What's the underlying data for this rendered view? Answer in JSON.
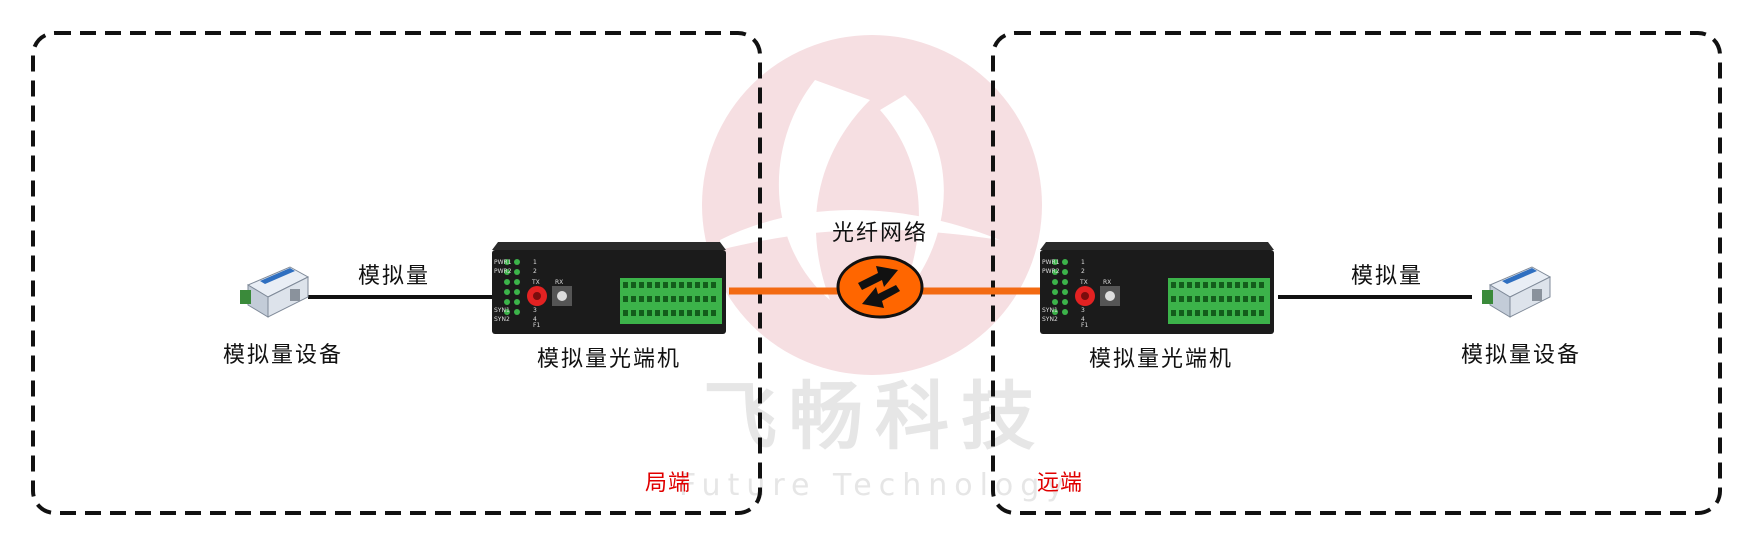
{
  "colors": {
    "fiber": "#f36a12",
    "cloud": "#ff6600",
    "text_red": "#e00000",
    "watermark": "#e6e6e6",
    "watermark_logo": "#f6dfe2",
    "device_body": "#1b1b1b",
    "terminal_green": "#3cb34a"
  },
  "local": {
    "zone_label": "局端",
    "device_label": "模拟量设备",
    "link_label": "模拟量",
    "converter_label": "模拟量光端机"
  },
  "remote": {
    "zone_label": "远端",
    "device_label": "模拟量设备",
    "link_label": "模拟量",
    "converter_label": "模拟量光端机"
  },
  "network": {
    "label": "光纤网络",
    "icon": "exchange-arrows-icon"
  },
  "watermark": {
    "chinese": "飞畅科技",
    "english": "Future Technology"
  },
  "converter_panel": {
    "tx": "TX",
    "rx": "RX",
    "port": "F1",
    "leds_left": [
      "PWR1",
      "PWR2",
      "SYN1",
      "SYN2"
    ],
    "leds_right": [
      "1",
      "2",
      "3",
      "4"
    ]
  }
}
